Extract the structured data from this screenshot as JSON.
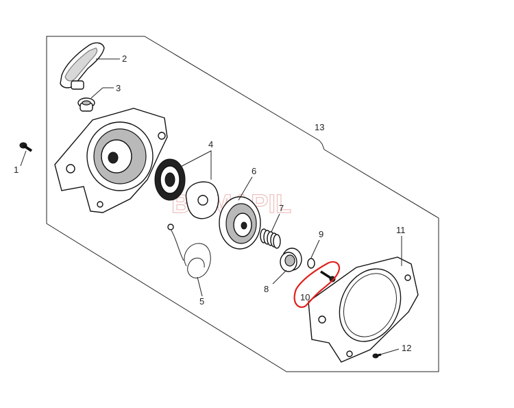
{
  "watermark": "BOMAPIL",
  "highlight_color": "#e0201b",
  "callouts": [
    {
      "id": "1",
      "label": "1"
    },
    {
      "id": "2",
      "label": "2"
    },
    {
      "id": "3",
      "label": "3"
    },
    {
      "id": "4",
      "label": "4"
    },
    {
      "id": "5",
      "label": "5"
    },
    {
      "id": "6",
      "label": "6"
    },
    {
      "id": "7",
      "label": "7"
    },
    {
      "id": "8",
      "label": "8"
    },
    {
      "id": "9",
      "label": "9"
    },
    {
      "id": "10",
      "label": "10"
    },
    {
      "id": "11",
      "label": "11"
    },
    {
      "id": "12",
      "label": "12"
    },
    {
      "id": "13",
      "label": "13"
    }
  ]
}
